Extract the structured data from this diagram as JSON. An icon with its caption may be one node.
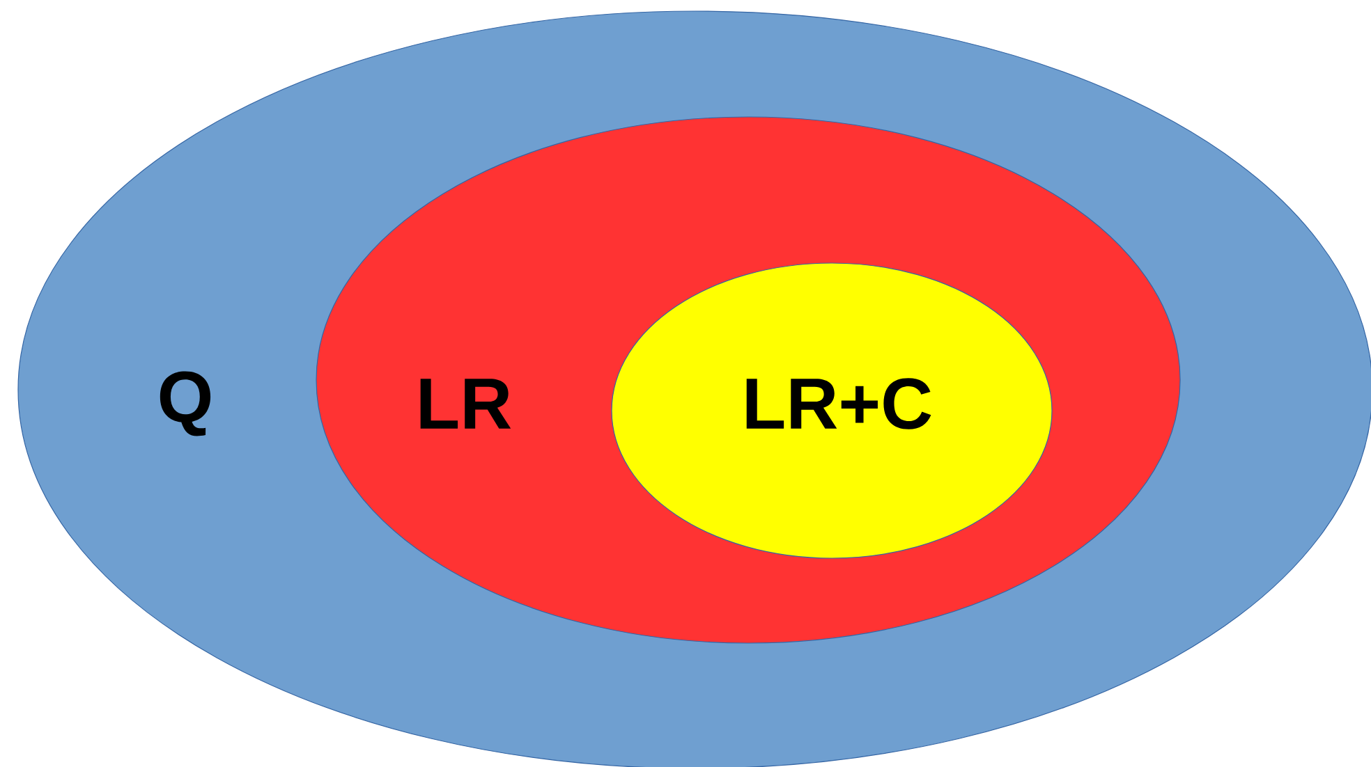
{
  "diagram": {
    "nodes": [
      {
        "text": [
          "Q"
        ]
      },
      {
        "text": [
          "LR"
        ],
        "in": 0
      },
      {
        "text": [
          "LR+C"
        ],
        "in": 1
      }
    ]
  }
}
